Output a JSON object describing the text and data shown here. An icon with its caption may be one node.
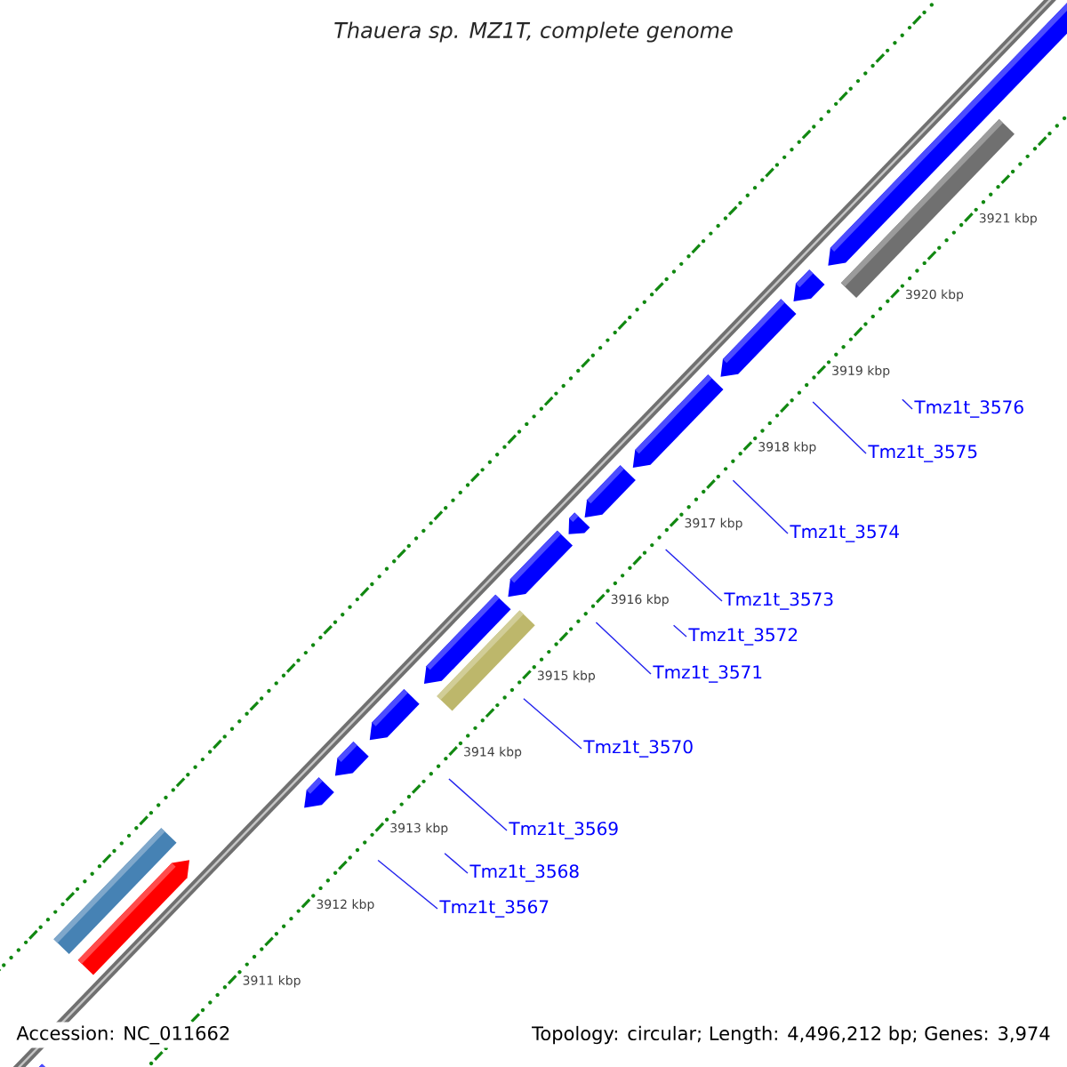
{
  "diagram": {
    "title": "Thauera sp. MZ1T, complete genome",
    "nodes": [
      {
        "text": [
          "Tmz1t_3576"
        ]
      },
      {
        "text": [
          "Tmz1t_3575"
        ]
      },
      {
        "text": [
          "Tmz1t_3574"
        ]
      },
      {
        "text": [
          "Tmz1t_3573"
        ]
      },
      {
        "text": [
          "Tmz1t_3572"
        ]
      },
      {
        "text": [
          "Tmz1t_3571"
        ]
      },
      {
        "text": [
          "Tmz1t_3570"
        ]
      },
      {
        "text": [
          "Tmz1t_3569"
        ]
      },
      {
        "text": [
          "Tmz1t_3568"
        ]
      },
      {
        "text": [
          "Tmz1t_3567"
        ]
      }
    ],
    "edges": [
      {
        "from": 0,
        "to": null,
        "arrow": "none"
      },
      {
        "from": 1,
        "to": null,
        "arrow": "none"
      },
      {
        "from": 2,
        "to": null,
        "arrow": "none"
      },
      {
        "from": 3,
        "to": null,
        "arrow": "none"
      },
      {
        "from": 4,
        "to": null,
        "arrow": "none"
      },
      {
        "from": 5,
        "to": null,
        "arrow": "none"
      },
      {
        "from": 6,
        "to": null,
        "arrow": "none"
      },
      {
        "from": 7,
        "to": null,
        "arrow": "none"
      },
      {
        "from": 8,
        "to": null,
        "arrow": "none"
      },
      {
        "from": 9,
        "to": null,
        "arrow": "none"
      }
    ],
    "labels": [
      "3921 kbp",
      "3920 kbp",
      "3919 kbp",
      "3918 kbp",
      "3917 kbp",
      "3916 kbp",
      "3915 kbp",
      "3914 kbp",
      "3913 kbp",
      "3912 kbp",
      "3911 kbp",
      "Accession: NC_011662",
      "Topology: circular; Length: 4,496,212 bp; Genes: 3,974"
    ]
  }
}
